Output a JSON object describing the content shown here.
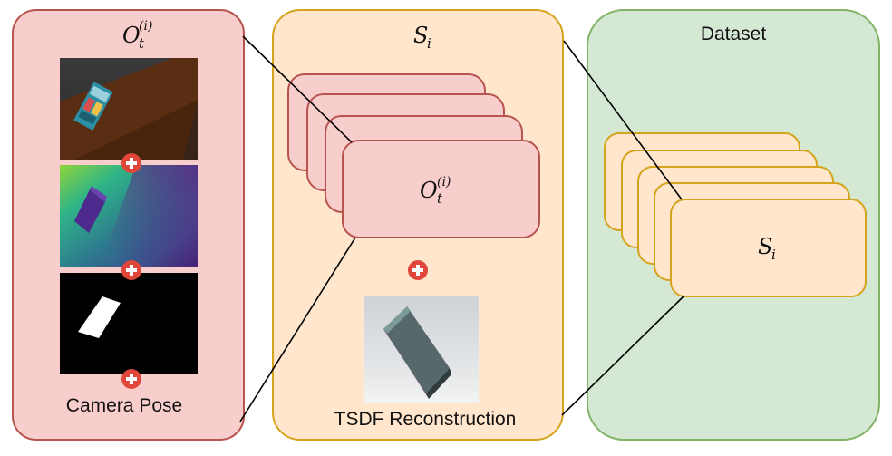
{
  "panels": {
    "observation": {
      "title_base": "O",
      "title_sub": "t",
      "title_sup": "(i)",
      "caption": "Camera Pose",
      "fill": "#f8cecc",
      "stroke": "#b85450"
    },
    "sample": {
      "title_base": "S",
      "title_sub": "i",
      "card_base": "O",
      "card_sub": "t",
      "card_sup": "(i)",
      "caption": "TSDF Reconstruction",
      "fill": "#ffe6cc",
      "stroke": "#d6a31c"
    },
    "dataset": {
      "title": "Dataset",
      "card_base": "S",
      "card_sub": "i",
      "fill": "#d5e8d4",
      "stroke": "#82b366"
    }
  },
  "images": {
    "rgb": "rgb-render",
    "depth": "depth-map",
    "mask": "segmentation-mask",
    "tsdf": "tsdf-mesh-render"
  },
  "plus_symbol": "+",
  "plus_color": "#e0463a"
}
